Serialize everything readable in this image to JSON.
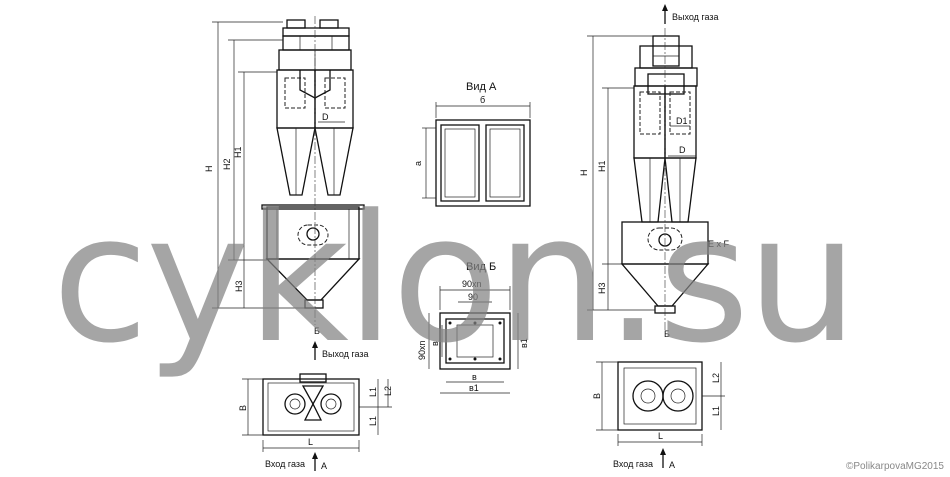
{
  "watermark": "cyklon.su",
  "copyright": "©PolikarpovaMG2015",
  "labels": {
    "gas_out": "Выход газа",
    "gas_in": "Вход газа",
    "view_a": "Вид А",
    "view_b": "Вид Б",
    "letter_a": "А",
    "letter_b": "Б",
    "H": "H",
    "H1": "H1",
    "H2": "H2",
    "H3": "H3",
    "D": "D",
    "D1": "D1",
    "B": "B",
    "L": "L",
    "L1": "L1",
    "L2": "L2",
    "b": "б",
    "a": "a",
    "ExF": "E x F",
    "90xn": "90xn",
    "90": "90",
    "v": "в",
    "v1": "в1"
  }
}
